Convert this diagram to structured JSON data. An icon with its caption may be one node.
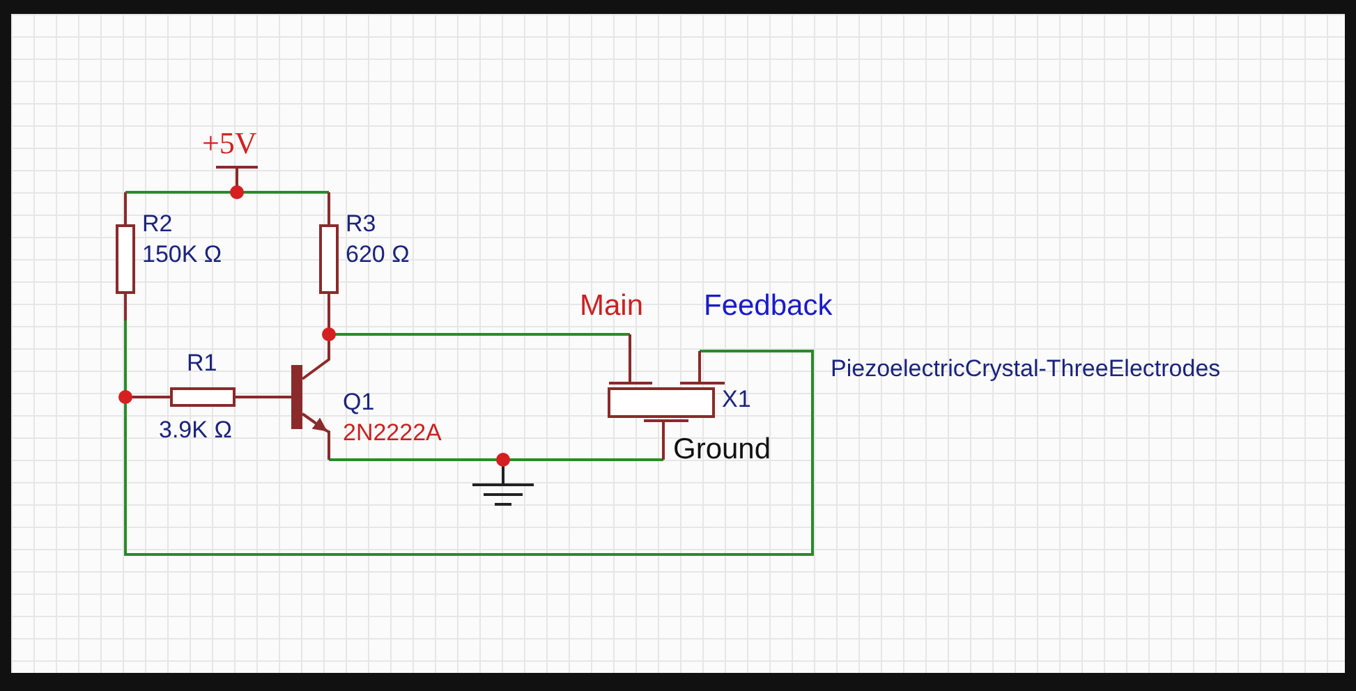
{
  "diagram": {
    "labels": [
      "+5V",
      "R2",
      "150K Ω",
      "R3",
      "620 Ω",
      "Main",
      "Feedback",
      "R1",
      "PiezoelectricCrystal-ThreeElectrodes",
      "X1",
      "Q1",
      "3.9K Ω",
      "2N2222A",
      "Ground"
    ]
  }
}
